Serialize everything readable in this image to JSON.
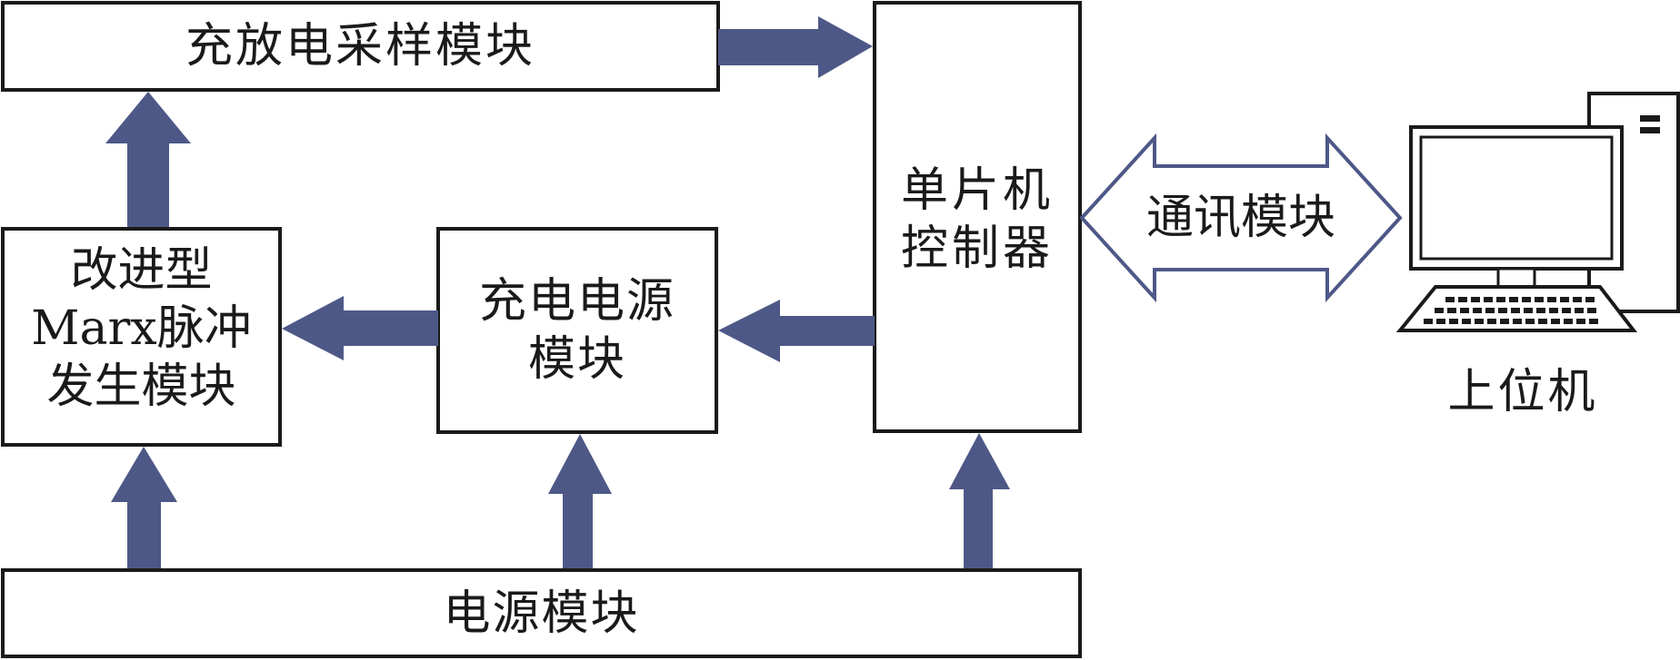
{
  "colors": {
    "arrow_fill": "#4e5887",
    "box_stroke": "#1a1a1a",
    "hollow_arrow_fill": "#ffffff"
  },
  "boxes": {
    "sampling": "充放电采样模块",
    "marx": "改进型\nMarx脉冲\n发生模块",
    "charging_power": "充电电源\n模块",
    "mcu": "单片机\n控制器",
    "power": "电源模块"
  },
  "comm_arrow": "通讯模块",
  "host_pc": {
    "label": "上位机",
    "icon": "desktop-computer-icon"
  }
}
